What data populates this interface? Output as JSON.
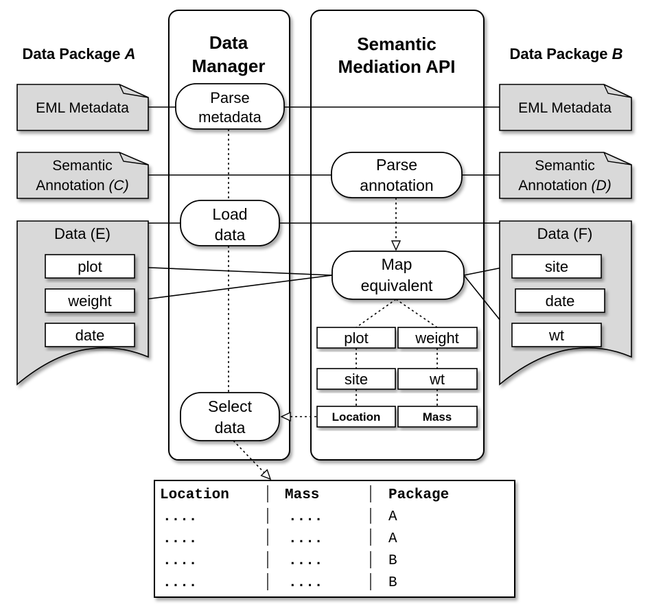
{
  "headers": {
    "package_a_prefix": "Data Package ",
    "package_a_letter": "A",
    "package_b_prefix": "Data Package ",
    "package_b_letter": "B",
    "data_manager_line1": "Data",
    "data_manager_line2": "Manager",
    "semantic_api_line1": "Semantic",
    "semantic_api_line2": "Mediation API"
  },
  "package_a": {
    "eml": "EML Metadata",
    "annotation_line1": "Semantic",
    "annotation_line2_text": "Annotation ",
    "annotation_line2_ref": "(C)",
    "data_title": "Data (E)",
    "fields": [
      "plot",
      "weight",
      "date"
    ]
  },
  "package_b": {
    "eml": "EML Metadata",
    "annotation_line1": "Semantic",
    "annotation_line2_text": "Annotation ",
    "annotation_line2_ref": "(D)",
    "data_title": "Data (F)",
    "fields": [
      "site",
      "date",
      "wt"
    ]
  },
  "data_manager": {
    "parse_metadata": [
      "Parse",
      "metadata"
    ],
    "load_data": [
      "Load",
      "data"
    ],
    "select_data": [
      "Select",
      "data"
    ]
  },
  "semantic_api": {
    "parse_annotation": [
      "Parse",
      "annotation"
    ],
    "map_equivalent": [
      "Map",
      "equivalent"
    ],
    "mapping_rows": [
      [
        "plot",
        "weight"
      ],
      [
        "site",
        "wt"
      ],
      [
        "Location",
        "Mass"
      ]
    ]
  },
  "result_table": {
    "headers": [
      "Location",
      "Mass",
      "Package"
    ],
    "rows": [
      [
        "....",
        "....",
        "A"
      ],
      [
        "....",
        "....",
        "A"
      ],
      [
        "....",
        "....",
        "B"
      ],
      [
        "....",
        "....",
        "B"
      ]
    ]
  },
  "colors": {
    "doc_fill": "#d9d9d9",
    "stroke": "#000000",
    "shadow": "#bdbdbd",
    "background": "#ffffff"
  }
}
